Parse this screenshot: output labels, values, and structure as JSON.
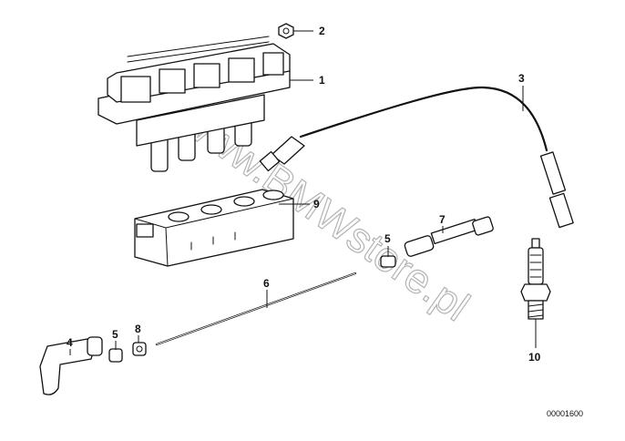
{
  "callouts": {
    "p1": "1",
    "p2": "2",
    "p3": "3",
    "p4": "4",
    "p5a": "5",
    "p5b": "5",
    "p6": "6",
    "p7": "7",
    "p8": "8",
    "p9": "9",
    "p10": "10"
  },
  "watermark": "www.BMWstore.pl",
  "diagram_ref": "00001600"
}
